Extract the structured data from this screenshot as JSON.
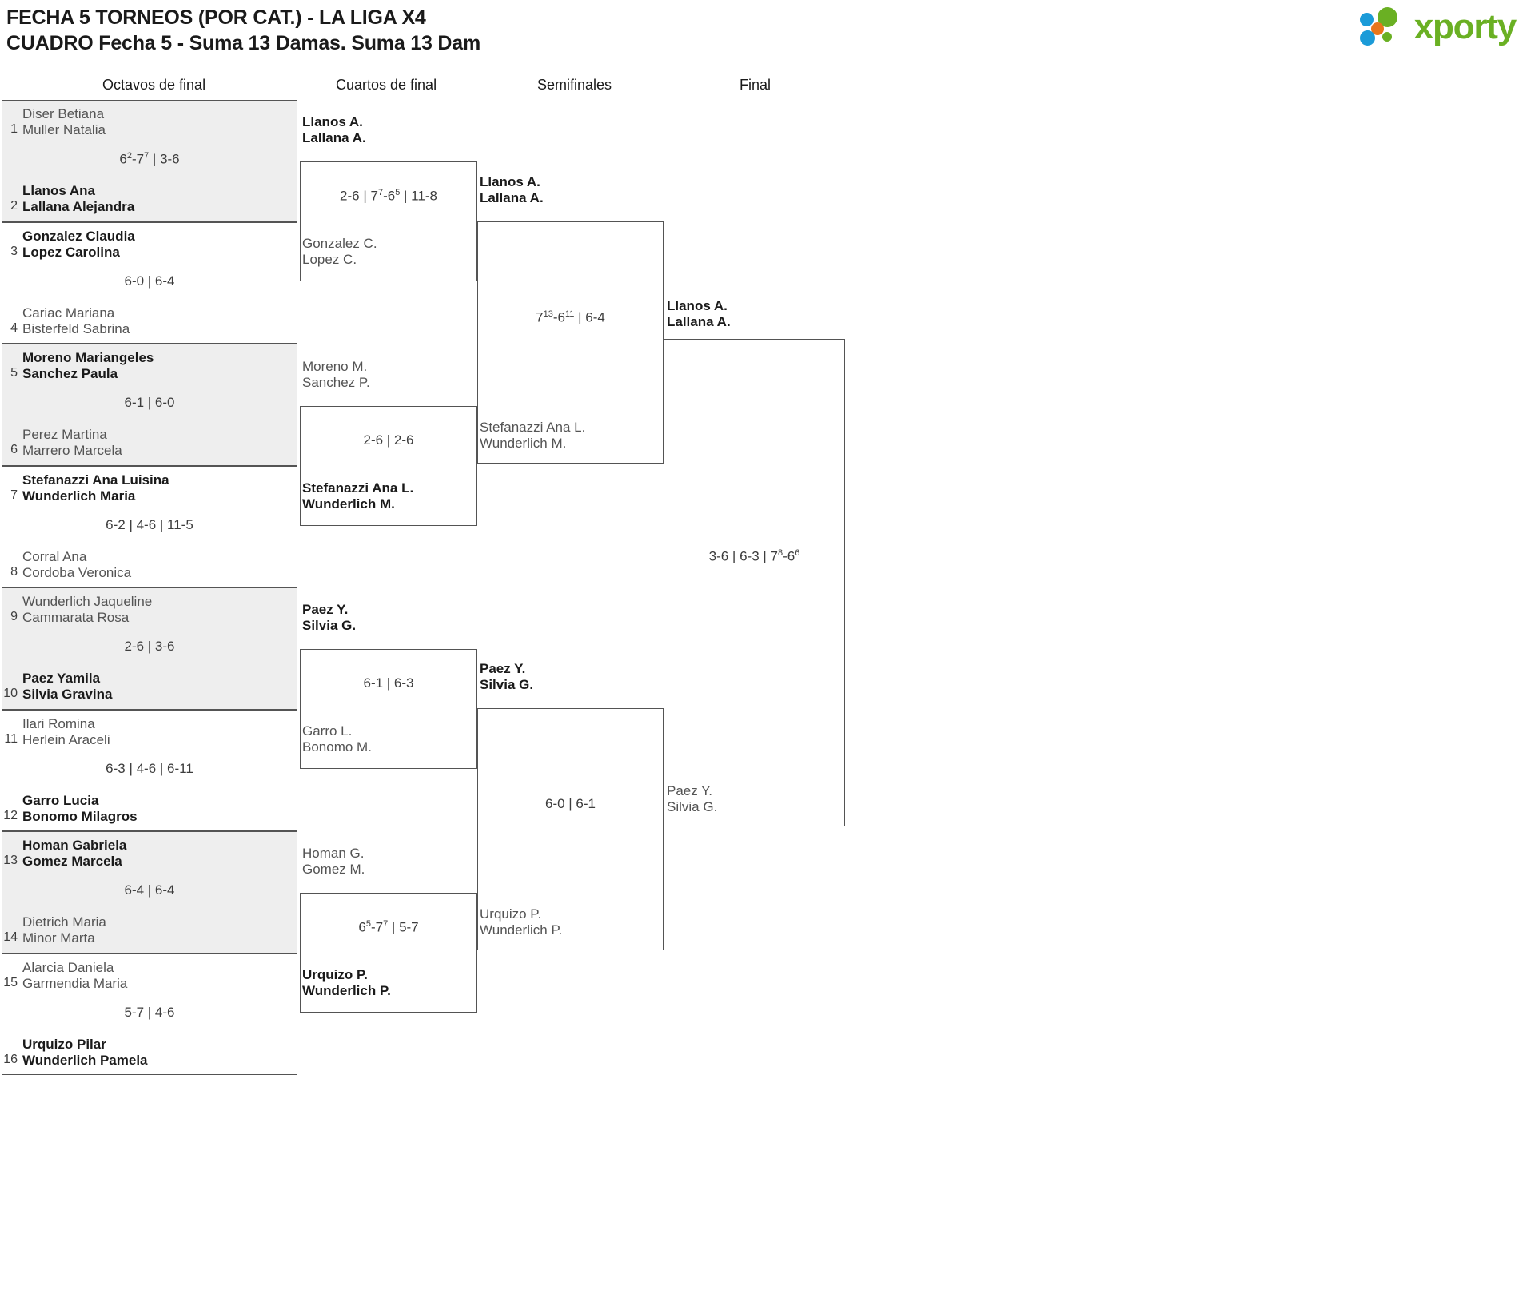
{
  "header": {
    "title_line1": "FECHA 5 TORNEOS (POR CAT.) - LA LIGA X4",
    "title_line2": "CUADRO Fecha 5 - Suma 13 Damas. Suma 13 Dam",
    "logo_text": "xporty",
    "logo_colors": {
      "green": "#6ab023",
      "blue": "#1b9bd8",
      "orange": "#e8761a"
    }
  },
  "rounds": [
    {
      "label": "Octavos de final"
    },
    {
      "label": "Cuartos de final"
    },
    {
      "label": "Semifinales"
    },
    {
      "label": "Final"
    }
  ],
  "round_of_16": [
    {
      "score": "6<sup>2</sup>-7<sup>7</sup> | 3-6",
      "teams": [
        {
          "seed": "1",
          "p1": "Diser Betiana",
          "p2": "Muller Natalia",
          "winner": false
        },
        {
          "seed": "2",
          "p1": "Llanos Ana",
          "p2": "Lallana Alejandra",
          "winner": true
        }
      ]
    },
    {
      "score": "6-0 | 6-4",
      "teams": [
        {
          "seed": "3",
          "p1": "Gonzalez Claudia",
          "p2": "Lopez Carolina",
          "winner": true
        },
        {
          "seed": "4",
          "p1": "Cariac Mariana",
          "p2": "Bisterfeld Sabrina",
          "winner": false
        }
      ]
    },
    {
      "score": "6-1 | 6-0",
      "teams": [
        {
          "seed": "5",
          "p1": "Moreno Mariangeles",
          "p2": "Sanchez Paula",
          "winner": true
        },
        {
          "seed": "6",
          "p1": "Perez Martina",
          "p2": "Marrero Marcela",
          "winner": false
        }
      ]
    },
    {
      "score": "6-2 | 4-6 | 11-5",
      "teams": [
        {
          "seed": "7",
          "p1": "Stefanazzi Ana Luisina",
          "p2": "Wunderlich Maria",
          "winner": true
        },
        {
          "seed": "8",
          "p1": "Corral Ana",
          "p2": "Cordoba Veronica",
          "winner": false
        }
      ]
    },
    {
      "score": "2-6 | 3-6",
      "teams": [
        {
          "seed": "9",
          "p1": "Wunderlich Jaqueline",
          "p2": "Cammarata Rosa",
          "winner": false
        },
        {
          "seed": "10",
          "p1": "Paez Yamila",
          "p2": "Silvia Gravina",
          "winner": true
        }
      ]
    },
    {
      "score": "6-3 | 4-6 | 6-11",
      "teams": [
        {
          "seed": "11",
          "p1": "Ilari Romina",
          "p2": "Herlein Araceli",
          "winner": false
        },
        {
          "seed": "12",
          "p1": "Garro Lucia",
          "p2": "Bonomo Milagros",
          "winner": true
        }
      ]
    },
    {
      "score": "6-4 | 6-4",
      "teams": [
        {
          "seed": "13",
          "p1": "Homan Gabriela",
          "p2": "Gomez Marcela",
          "winner": true
        },
        {
          "seed": "14",
          "p1": "Dietrich Maria",
          "p2": "Minor Marta",
          "winner": false
        }
      ]
    },
    {
      "score": "5-7 | 4-6",
      "teams": [
        {
          "seed": "15",
          "p1": "Alarcia Daniela",
          "p2": "Garmendia Maria",
          "winner": false
        },
        {
          "seed": "16",
          "p1": "Urquizo Pilar",
          "p2": "Wunderlich Pamela",
          "winner": true
        }
      ]
    }
  ],
  "quarter_finals": [
    {
      "score": "2-6 | 7<sup>7</sup>-6<sup>5</sup> | 11-8",
      "top": {
        "p1": "Llanos A.",
        "p2": "Lallana A.",
        "winner": true
      },
      "bottom": {
        "p1": "Gonzalez C.",
        "p2": "Lopez C.",
        "winner": false
      }
    },
    {
      "score": "2-6 | 2-6",
      "top": {
        "p1": "Moreno M.",
        "p2": "Sanchez P.",
        "winner": false
      },
      "bottom": {
        "p1": "Stefanazzi Ana L.",
        "p2": "Wunderlich M.",
        "winner": true
      }
    },
    {
      "score": "6-1 | 6-3",
      "top": {
        "p1": "Paez Y.",
        "p2": "Silvia G.",
        "winner": true
      },
      "bottom": {
        "p1": "Garro L.",
        "p2": "Bonomo M.",
        "winner": false
      }
    },
    {
      "score": "6<sup>5</sup>-7<sup>7</sup> | 5-7",
      "top": {
        "p1": "Homan G.",
        "p2": "Gomez M.",
        "winner": false
      },
      "bottom": {
        "p1": "Urquizo P.",
        "p2": "Wunderlich P.",
        "winner": true
      }
    }
  ],
  "semi_finals": [
    {
      "score": "7<sup>13</sup>-6<sup>11</sup> | 6-4",
      "top": {
        "p1": "Llanos A.",
        "p2": "Lallana A.",
        "winner": true
      },
      "bottom": {
        "p1": "Stefanazzi Ana L.",
        "p2": "Wunderlich M.",
        "winner": false
      }
    },
    {
      "score": "6-0 | 6-1",
      "top": {
        "p1": "Paez Y.",
        "p2": "Silvia G.",
        "winner": true
      },
      "bottom": {
        "p1": "Urquizo P.",
        "p2": "Wunderlich P.",
        "winner": false
      }
    }
  ],
  "final": {
    "score": "3-6 | 6-3 | 7<sup>8</sup>-6<sup>6</sup>",
    "top": {
      "p1": "Llanos A.",
      "p2": "Lallana A.",
      "winner": true
    },
    "bottom": {
      "p1": "Paez Y.",
      "p2": "Silvia G.",
      "winner": false
    }
  }
}
